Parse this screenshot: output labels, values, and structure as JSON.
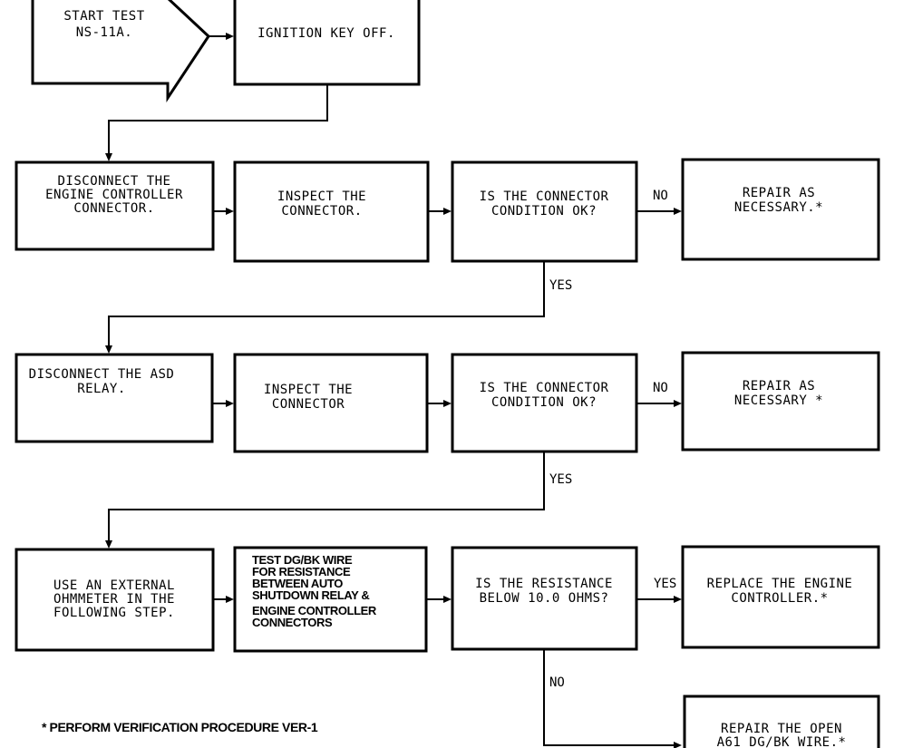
{
  "start": {
    "line1": "START TEST",
    "line2": "NS-11A."
  },
  "steps": {
    "ignition_off": "IGNITION KEY OFF.",
    "disconnect_ctrl": [
      "DISCONNECT THE",
      "ENGINE CONTROLLER",
      "CONNECTOR."
    ],
    "inspect_1": [
      "INSPECT THE",
      "CONNECTOR."
    ],
    "cond_ok_1": [
      "IS THE CONNECTOR",
      "CONDITION OK?"
    ],
    "repair_1": [
      "REPAIR AS",
      "NECESSARY.*"
    ],
    "disconnect_asd": [
      "DISCONNECT THE ASD",
      "RELAY."
    ],
    "inspect_2": [
      "INSPECT THE",
      "CONNECTOR"
    ],
    "cond_ok_2": [
      "IS THE CONNECTOR",
      "CONDITION OK?"
    ],
    "repair_2": [
      "REPAIR AS",
      "NECESSARY *"
    ],
    "use_ohmmeter": [
      "USE AN EXTERNAL",
      "OHMMETER IN THE",
      "FOLLOWING STEP."
    ],
    "test_wire": [
      "TEST DG/BK WIRE",
      "FOR RESISTANCE",
      "BETWEEN AUTO",
      "SHUTDOWN RELAY &",
      "ENGINE CONTROLLER",
      "CONNECTORS"
    ],
    "resistance_q": [
      "IS THE RESISTANCE",
      "BELOW 10.0 OHMS?"
    ],
    "replace_ctrl": [
      "REPLACE THE ENGINE",
      "CONTROLLER.*"
    ],
    "repair_open": [
      "REPAIR THE OPEN",
      "A61 DG/BK WIRE.*"
    ]
  },
  "labels": {
    "no_1": "NO",
    "yes_1": "YES",
    "no_2": "NO",
    "yes_2": "YES",
    "yes_3": "YES",
    "no_3": "NO"
  },
  "footnote": "* PERFORM VERIFICATION PROCEDURE VER-1"
}
